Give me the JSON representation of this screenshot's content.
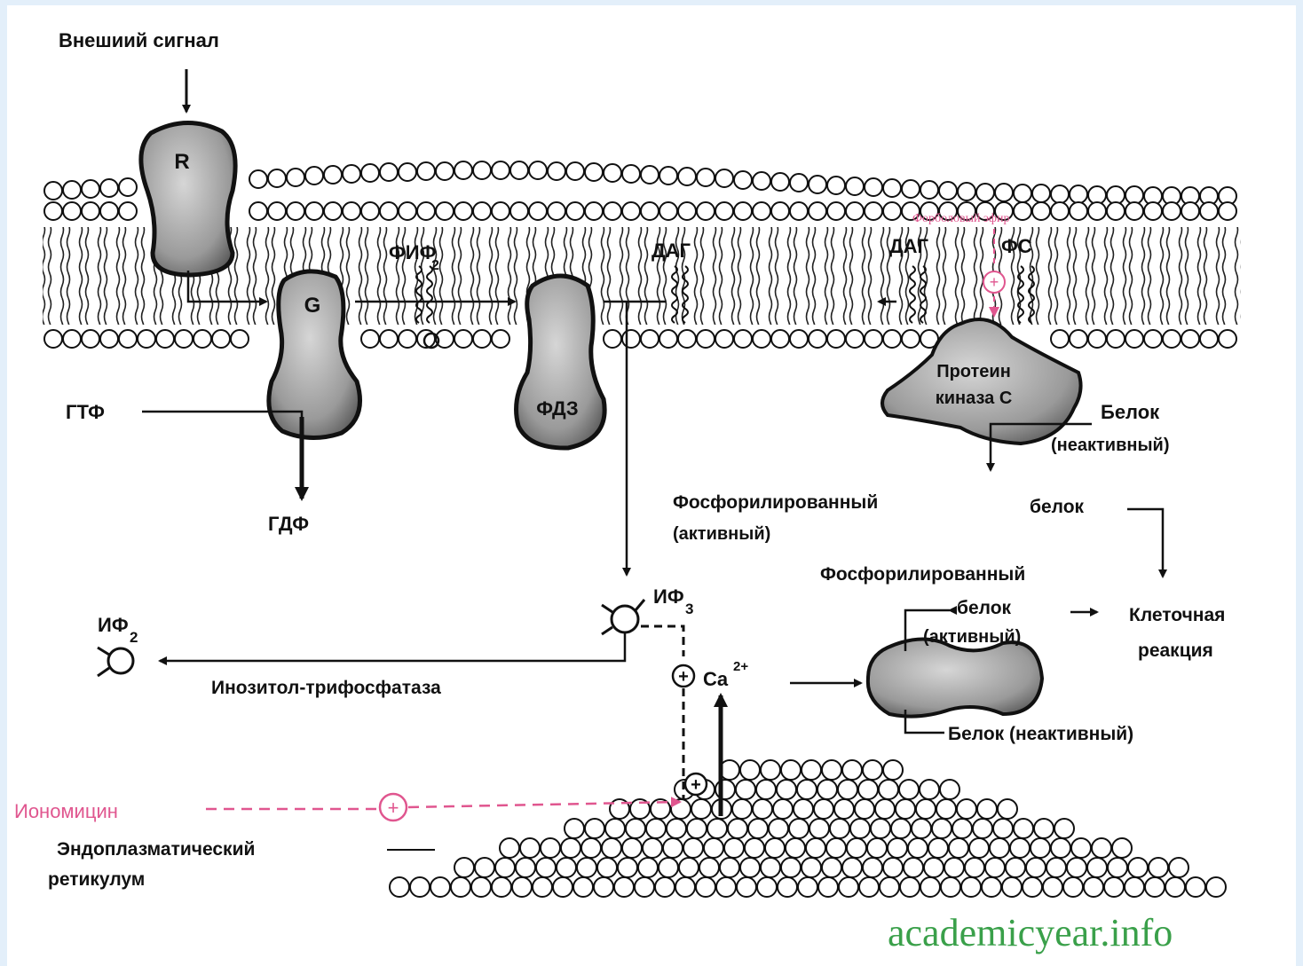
{
  "labels": {
    "external_signal": "Внешиий сигнал",
    "receptor": "R",
    "g_protein": "G",
    "pip2": "ФИФ",
    "pip2_sub": "2",
    "dag_left": "ДАГ",
    "dag_right": "ДАГ",
    "phorbol_ester": "Форболовый эфир",
    "phosphatidylserine": "ФС",
    "gtp": "ГТФ",
    "gdp": "ГДФ",
    "phospholipase": "ФДЗ",
    "pkc_line1": "Протеин",
    "pkc_line2": "киназа С",
    "protein_inactive_1": "Белок",
    "protein_inactive_1b": "(неактивный)",
    "phospho_protein_active": "Фосфорилированный",
    "phospho_protein_word": "белок",
    "phospho_protein_active_b": "(активный)",
    "phospho_second": "Фосфорилированный",
    "protein2": "белок",
    "protein2_active": "(активный)",
    "cell_reaction_1": "Клеточная",
    "cell_reaction_2": "реакция",
    "protein_inactive_2": "Белок  (неактивный)",
    "ip3": "ИФ",
    "ip3_sub": "3",
    "ip2": "ИФ",
    "ip2_sub": "2",
    "inositol_phosphatase": "Инозитол-трифосфатаза",
    "ca": "Ca",
    "ca_sup": "2+",
    "ionomycin": "Иономицин",
    "er_line1": "Эндоплазматический",
    "er_line2": "ретикулум",
    "plus": "+"
  },
  "watermark": "academicyear.info",
  "colors": {
    "accent_pink": "#e0568f",
    "watermark_green": "#3aa04a",
    "background": "#e3effa",
    "panel": "#ffffff"
  }
}
